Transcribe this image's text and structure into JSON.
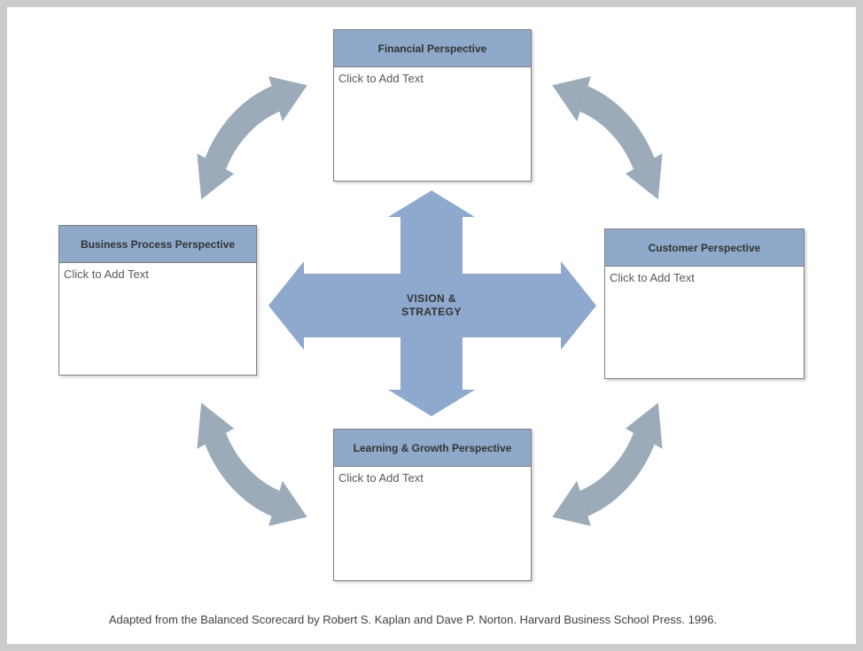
{
  "boxes": {
    "financial": {
      "title": "Financial Perspective",
      "body": "Click to Add Text"
    },
    "customer": {
      "title": "Customer Perspective",
      "body": "Click to Add Text"
    },
    "business": {
      "title": "Business Process Perspective",
      "body": "Click to Add Text"
    },
    "learning": {
      "title": "Learning & Growth Perspective",
      "body": "Click to Add Text"
    }
  },
  "center": {
    "line1": "VISION &",
    "line2": "STRATEGY"
  },
  "caption": "Adapted from the Balanced Scorecard by Robert S. Kaplan and Dave P. Norton. Harvard Business School Press. 1996.",
  "colors": {
    "header_blue": "#8EA9CA",
    "cross_blue": "#8EA9CD",
    "arc_gray": "#9CABBA",
    "box_border": "#7F7F7F",
    "frame_gray": "#CCCCCC",
    "title_text": "#333333",
    "body_text": "#595959",
    "caption_text": "#404040"
  }
}
